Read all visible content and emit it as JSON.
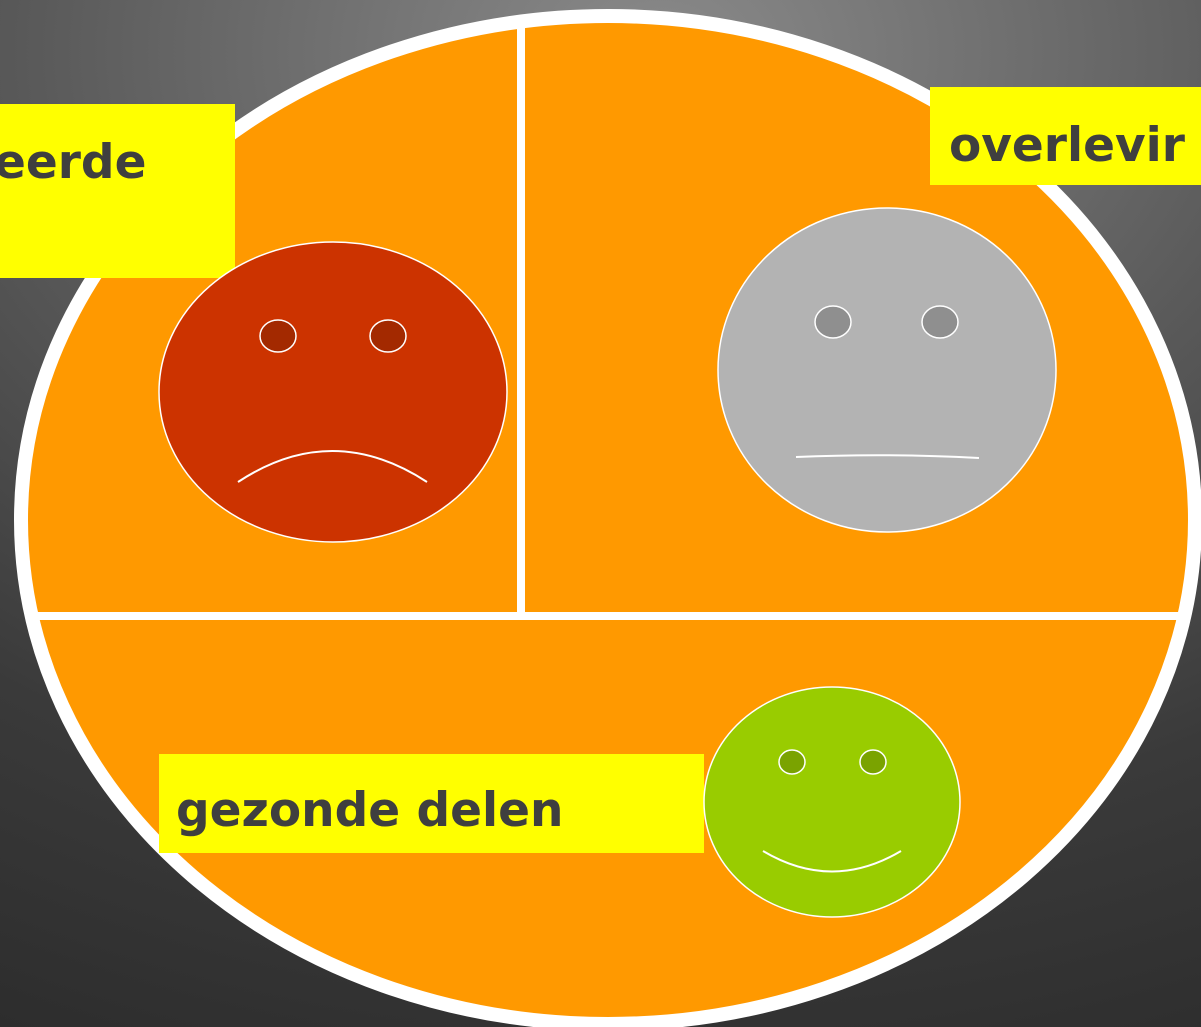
{
  "colors": {
    "background": "#3a3a3a",
    "oval_fill": "#ff9900",
    "oval_stroke": "#ffffff",
    "label_background": "#ffff00",
    "label_text": "#3f3f3f",
    "sad_face": "#cc3300",
    "neutral_face": "#b3b3b3",
    "happy_face": "#99cc00"
  },
  "labels": {
    "top_left": "eerde",
    "top_right": "overlevir",
    "bottom": "gezonde delen"
  },
  "faces": {
    "top_left": {
      "expression": "sad",
      "icon": "sad-face-icon"
    },
    "top_right": {
      "expression": "neutral",
      "icon": "neutral-face-icon"
    },
    "bottom": {
      "expression": "happy",
      "icon": "happy-face-icon"
    }
  }
}
